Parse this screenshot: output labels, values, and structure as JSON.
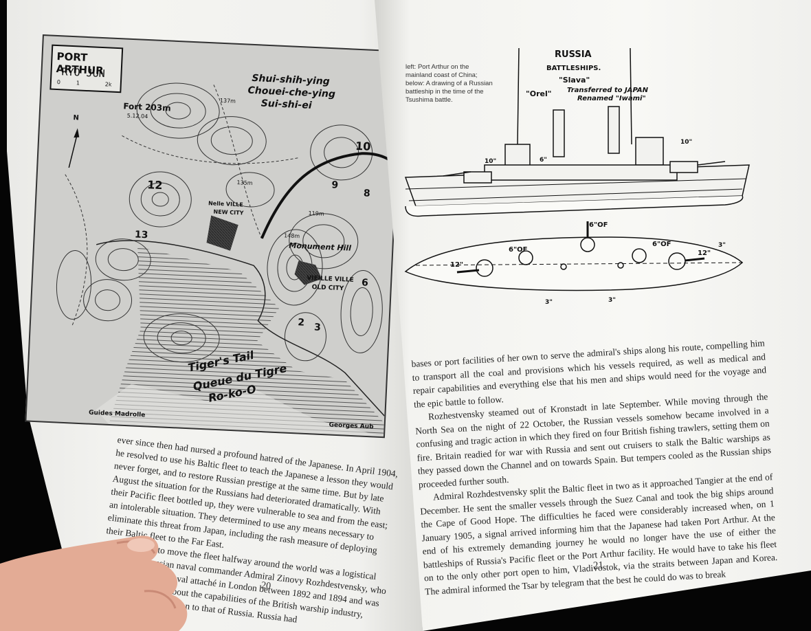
{
  "map": {
    "title": "PORT ARTHUR",
    "subtitle": "RYO JUN",
    "scale_marks": [
      "0",
      "1",
      "2k"
    ],
    "labels": {
      "shui_shih": "Shui-shih-ying",
      "chouei": "Chouei-che-ying",
      "sui_shi": "Sui-shi-ei",
      "fort": "Fort 203m",
      "fort_date": "5.12.04",
      "new_city_fr": "Nelle VILLE",
      "new_city": "NEW CITY",
      "monument": "Monument Hill",
      "old_city_fr": "VIEILLE VILLE",
      "old_city": "OLD CITY",
      "tiger_en": "Tiger's Tail",
      "tiger_fr": "Queue du Tigre",
      "tiger_jp": "Ro-ko-O",
      "north": "N",
      "credit_left": "Guides Madrolle",
      "credit_right": "Georges Aub"
    },
    "numbers": [
      "12",
      "13",
      "9",
      "8",
      "10",
      "6",
      "2",
      "3",
      "137m",
      "135m",
      "119m",
      "148m"
    ]
  },
  "ship": {
    "country": "RUSSIA",
    "type": "BATTLESHIPS.",
    "name1": "\"Slava\"",
    "name2": "\"Orel\"",
    "transfer": "Transferred to JAPAN",
    "renamed": "Renamed \"Iwami\"",
    "gun_label": "6\"OF",
    "gun_label_small": "3\"",
    "gun_label_12": "12\"",
    "gun_label_10": "10\"",
    "gun_label_6": "6\""
  },
  "caption": "left: Port Arthur on the mainland coast of China; below: A drawing of a Russian battleship in the time of the Tsushima battle.",
  "left_page": {
    "paragraphs": [
      "ever since then had nursed a profound hatred of the Japanese. In April 1904, he resolved to use his Baltic fleet to teach the Japanese a lesson they would never forget, and to restore Russian prestige at the same time. But by late August the situation for the Russians had deteriorated dramatically. With their Pacific fleet bottled up, they were vulnerable to sea and from the east; an intolerable situation. They determined to use any means necessary to eliminate this threat from Japan, including the rash measure of deploying their Baltic fleet to the Far East.",
      "Preparing to move the fleet halfway around the world was a logistical nightmare. Russian naval commander Admiral Zinovy Rozhdestvensky, who had been Russian naval attaché in London between 1892 and 1894 and was under no illusions about the capabilities of the British warship industry, especially in comparison to that of Russia. Russia had"
    ],
    "page_number": "20"
  },
  "right_page": {
    "paragraphs": [
      "bases or port facilities of her own to serve the admiral's ships along his route, compelling him to transport all the coal and provisions which his vessels required, as well as medical and repair capabilities and everything else that his men and ships would need for the voyage and the epic battle to follow.",
      "Rozhestvensky steamed out of Kronstadt in late September. While moving through the North Sea on the night of 22 October, the Russian vessels somehow became involved in a confusing and tragic action in which they fired on four British fishing trawlers, setting them on fire. Britain readied for war with Russia and sent out cruisers to stalk the Baltic warships as they passed down the Channel and on towards Spain. But tempers cooled as the Russian ships proceeded further south.",
      "Admiral Rozhdestvensky split the Baltic fleet in two as it approached Tangier at the end of December. He sent the smaller vessels through the Suez Canal and took the big ships around the Cape of Good Hope. The difficulties he faced were considerably increased when, on 1 January 1905, a signal arrived informing him that the Japanese had taken Port Arthur. At the end of his extremely demanding journey he would no longer have the use of either the battleships of Russia's Pacific fleet or the Port Arthur facility. He would have to take his fleet on to the only other port open to him, Vladivostok, via the straits between Japan and Korea. The admiral informed the Tsar by telegram that the best he could do was to break"
    ],
    "page_number": "21"
  },
  "colors": {
    "paper": "#f4f4f1",
    "ink": "#222222",
    "map_bg": "#cfcfcc",
    "background": "#050505",
    "skin": "#e9b7a3"
  }
}
